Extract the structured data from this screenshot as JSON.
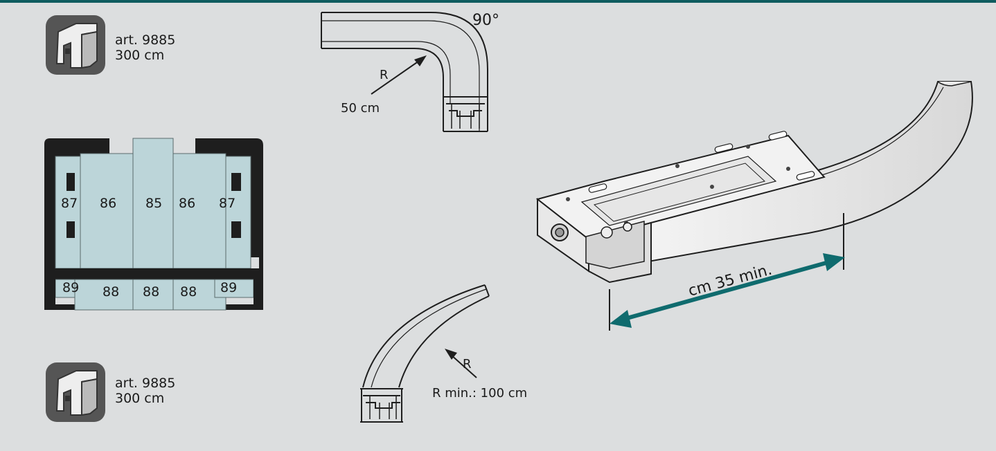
{
  "article_top": {
    "code": "art. 9885",
    "length": "300 cm"
  },
  "article_bottom": {
    "code": "art. 9885",
    "length": "300 cm"
  },
  "corner_bend": {
    "angle": "90°",
    "radius_symbol": "R",
    "radius_value": "50 cm"
  },
  "curve_bend": {
    "radius_symbol": "R",
    "radius_min": "R min.: 100 cm"
  },
  "motor": {
    "distance_label": "cm 35 min."
  },
  "profile": {
    "upper_cells": [
      "87",
      "86",
      "85",
      "86",
      "87"
    ],
    "lower_cells": [
      "89",
      "88",
      "88",
      "88",
      "89"
    ]
  },
  "colors": {
    "accent": "#0f6b6e",
    "cell_fill": "#bcd5d9",
    "profile": "#1e1e1e",
    "background": "#dcdedf"
  }
}
